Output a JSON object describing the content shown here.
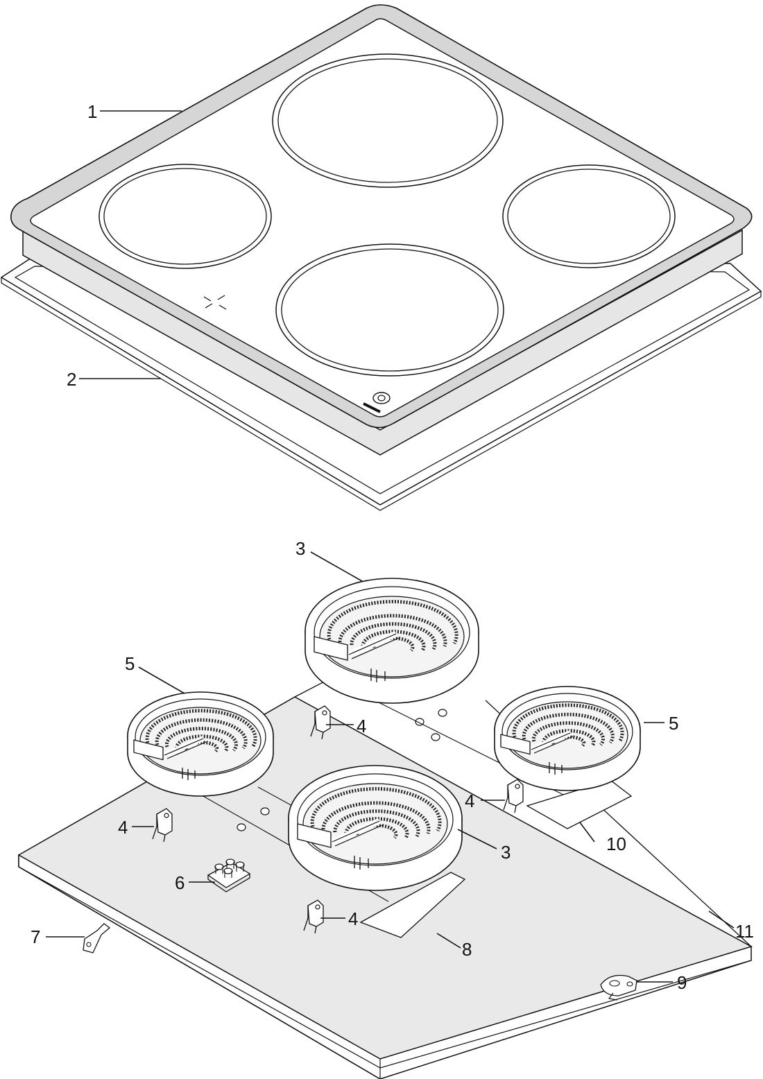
{
  "callouts": {
    "c1": "1",
    "c2": "2",
    "c3a": "3",
    "c3b": "3",
    "c4a": "4",
    "c4b": "4",
    "c4c": "4",
    "c4d": "4",
    "c5a": "5",
    "c5b": "5",
    "c6": "6",
    "c7": "7",
    "c8": "8",
    "c9": "9",
    "c10": "10",
    "c11": "11"
  },
  "colors": {
    "line": "#111111",
    "pan_fill": "#e9e9e9",
    "frame_fill": "#d6d6d6",
    "background": "#ffffff"
  }
}
